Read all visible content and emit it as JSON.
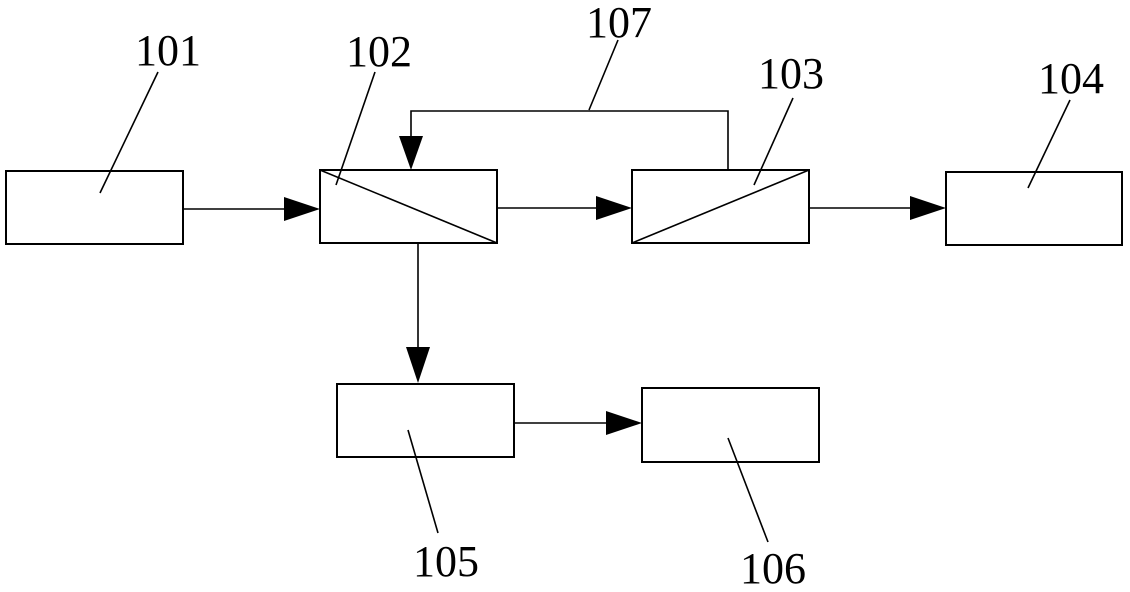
{
  "labels": {
    "l101": "101",
    "l102": "102",
    "l103": "103",
    "l104": "104",
    "l105": "105",
    "l106": "106",
    "l107": "107"
  }
}
